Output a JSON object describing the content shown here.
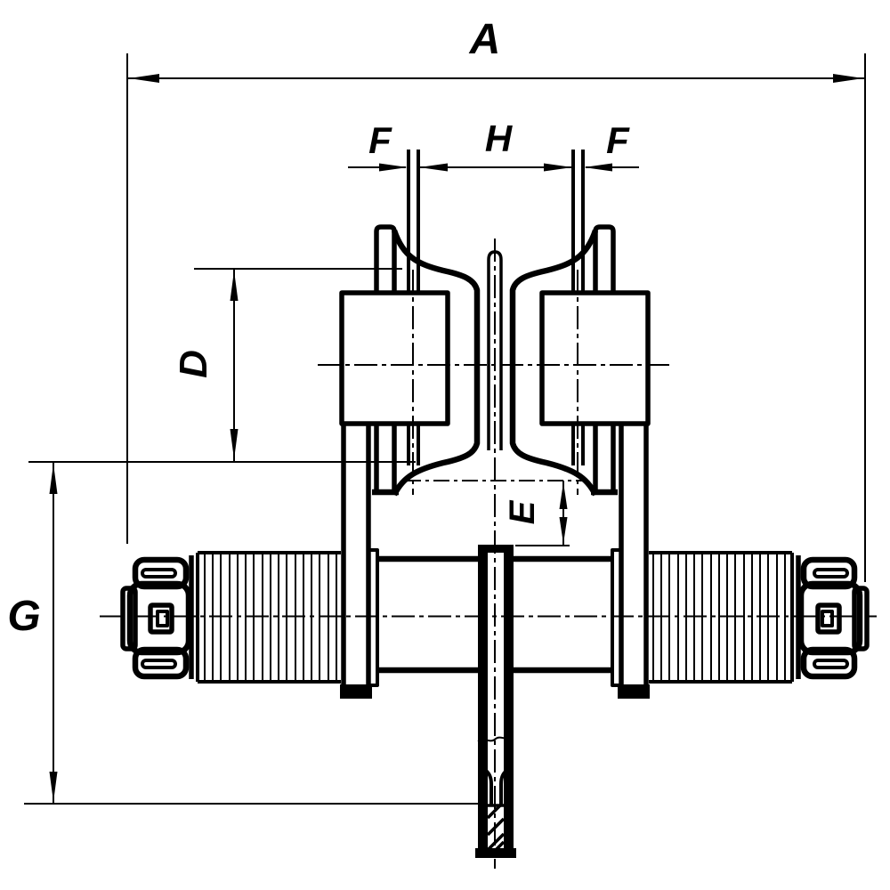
{
  "drawing": {
    "title": "trolley-wheel-assembly-dimensional-drawing",
    "labels": {
      "a": "A",
      "f_left": "F",
      "h": "H",
      "f_right": "F",
      "d": "D",
      "e": "E",
      "g": "G"
    },
    "colors": {
      "line": "#000000",
      "background": "#ffffff"
    }
  }
}
